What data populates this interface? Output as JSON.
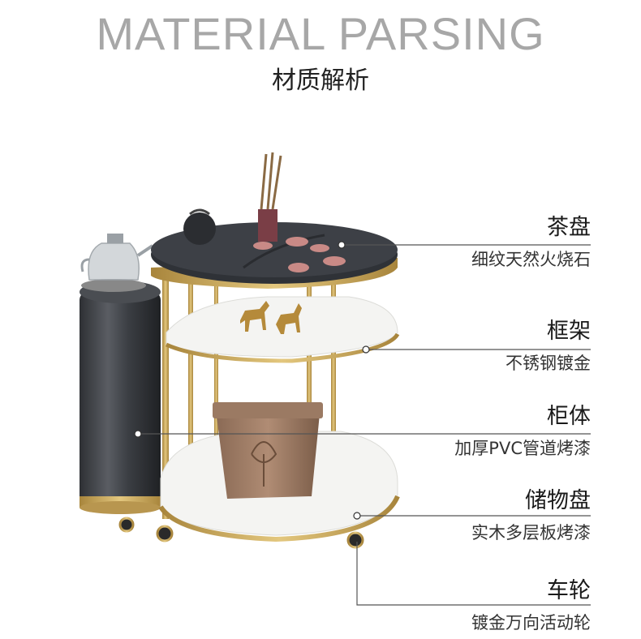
{
  "header": {
    "title_en": "MATERIAL PARSING",
    "title_cn": "材质解析"
  },
  "callouts": [
    {
      "title": "茶盘",
      "subtitle": "细纹天然火烧石"
    },
    {
      "title": "框架",
      "subtitle": "不锈钢镀金"
    },
    {
      "title": "柜体",
      "subtitle": "加厚PVC管道烤漆"
    },
    {
      "title": "储物盘",
      "subtitle": "实木多层板烤漆"
    },
    {
      "title": "车轮",
      "subtitle": "镀金万向活动轮"
    }
  ],
  "colors": {
    "gold": "#c9a45a",
    "dark_cabinet": "#3a3d42",
    "white_tray": "#f4f4f2",
    "title_gray": "#a7a7a7"
  }
}
